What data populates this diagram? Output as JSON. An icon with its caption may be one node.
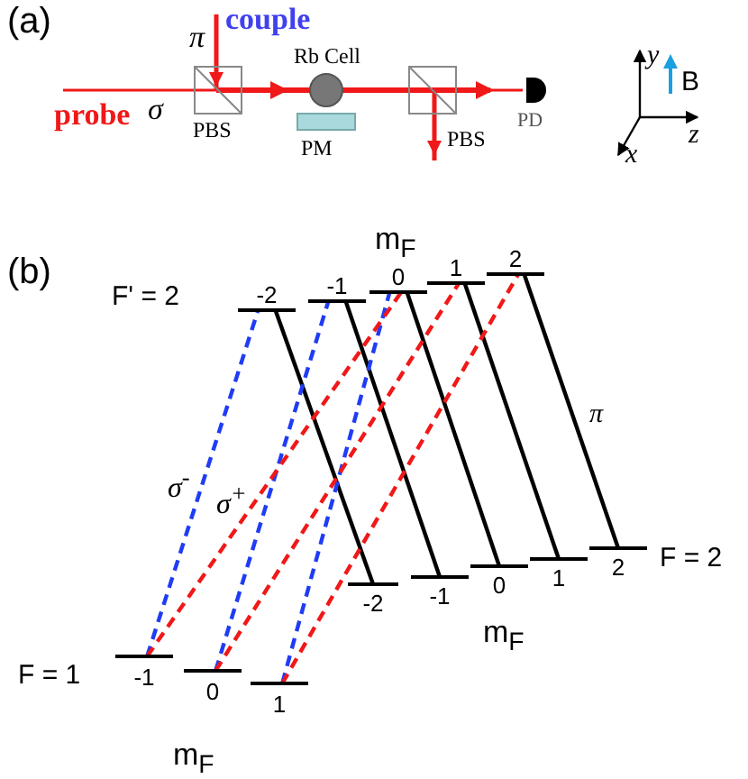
{
  "diagram": {
    "nodes": [
      {
        "text": [
          "-2"
        ]
      },
      {
        "text": [
          "-1"
        ]
      },
      {
        "text": [
          "0"
        ]
      },
      {
        "text": [
          "1"
        ]
      },
      {
        "text": [
          "2"
        ]
      },
      {
        "text": [
          "-2"
        ]
      },
      {
        "text": [
          "-1"
        ]
      },
      {
        "text": [
          "0"
        ]
      },
      {
        "text": [
          "1"
        ]
      },
      {
        "text": [
          "2"
        ]
      },
      {
        "text": [
          "-1"
        ]
      },
      {
        "text": [
          "0"
        ]
      },
      {
        "text": [
          "1"
        ]
      }
    ],
    "edges": [
      {
        "from": 0,
        "to": 5,
        "arrow": "none"
      },
      {
        "from": 1,
        "to": 6,
        "arrow": "none"
      },
      {
        "from": 2,
        "to": 7,
        "arrow": "none"
      },
      {
        "from": 3,
        "to": 8,
        "arrow": "none"
      },
      {
        "from": 4,
        "to": 9,
        "arrow": "none"
      },
      {
        "from": 10,
        "to": 0,
        "arrow": "none",
        "style": "dashed",
        "color": "#1f3cf5"
      },
      {
        "from": 11,
        "to": 1,
        "arrow": "none",
        "style": "dashed",
        "color": "#1f3cf5"
      },
      {
        "from": 12,
        "to": 2,
        "arrow": "none",
        "style": "dashed",
        "color": "#1f3cf5"
      },
      {
        "from": 10,
        "to": 2,
        "arrow": "none",
        "style": "dashed",
        "color": "#f01818"
      },
      {
        "from": 11,
        "to": 3,
        "arrow": "none",
        "style": "dashed",
        "color": "#f01818"
      },
      {
        "from": 12,
        "to": 4,
        "arrow": "none",
        "style": "dashed",
        "color": "#f01818"
      }
    ],
    "labels": [
      "(a)",
      "couple",
      "π",
      "probe",
      "σ",
      "Rb Cell",
      "PBS",
      "PM",
      "PBS",
      "PD",
      "y",
      "B",
      "z",
      "x",
      "(b)",
      "m$_{F}$",
      "F' = 2",
      "π",
      "σ$^{-}$",
      "σ$^{+}$",
      "F = 2",
      "m$_{F}$",
      "F = 1",
      "m$_{F}$"
    ]
  }
}
